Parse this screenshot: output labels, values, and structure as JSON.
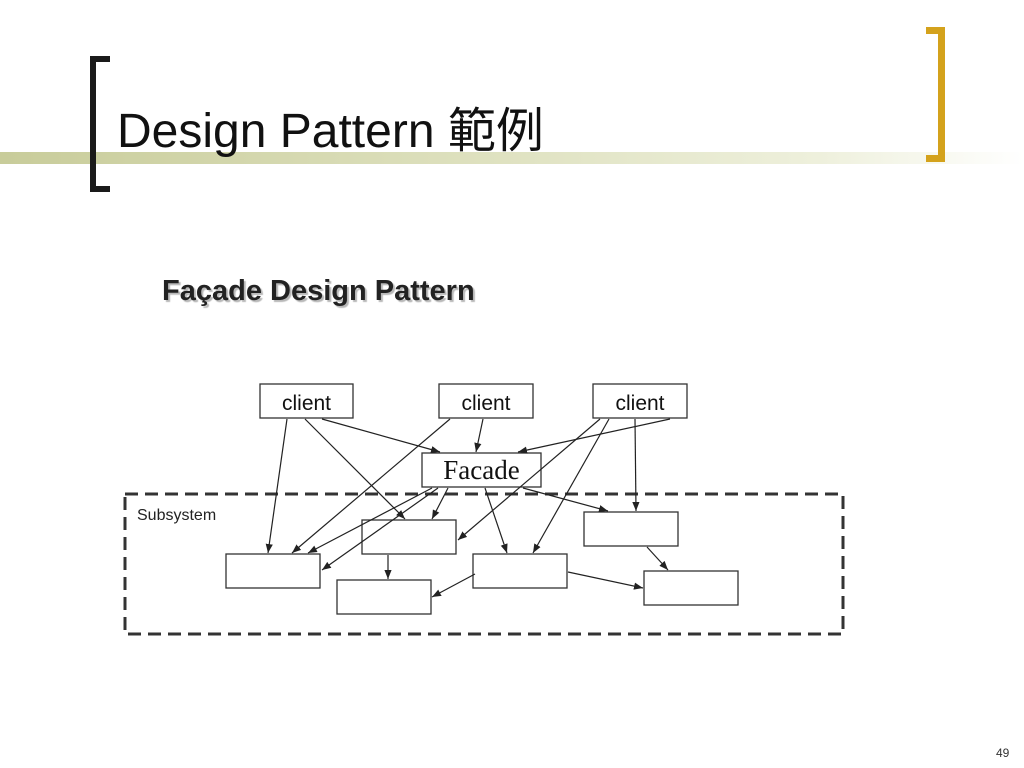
{
  "slide": {
    "title": "Design Pattern 範例",
    "subtitle": "Façade Design Pattern",
    "page_number": "49"
  },
  "diagram": {
    "clients": [
      "client",
      "client",
      "client"
    ],
    "facade": "Facade",
    "subsystem_label": "Subsystem"
  },
  "colors": {
    "left_bracket": "#1a1a1a",
    "right_bracket": "#d4a21c",
    "title_rule": "#c8cc9a"
  }
}
